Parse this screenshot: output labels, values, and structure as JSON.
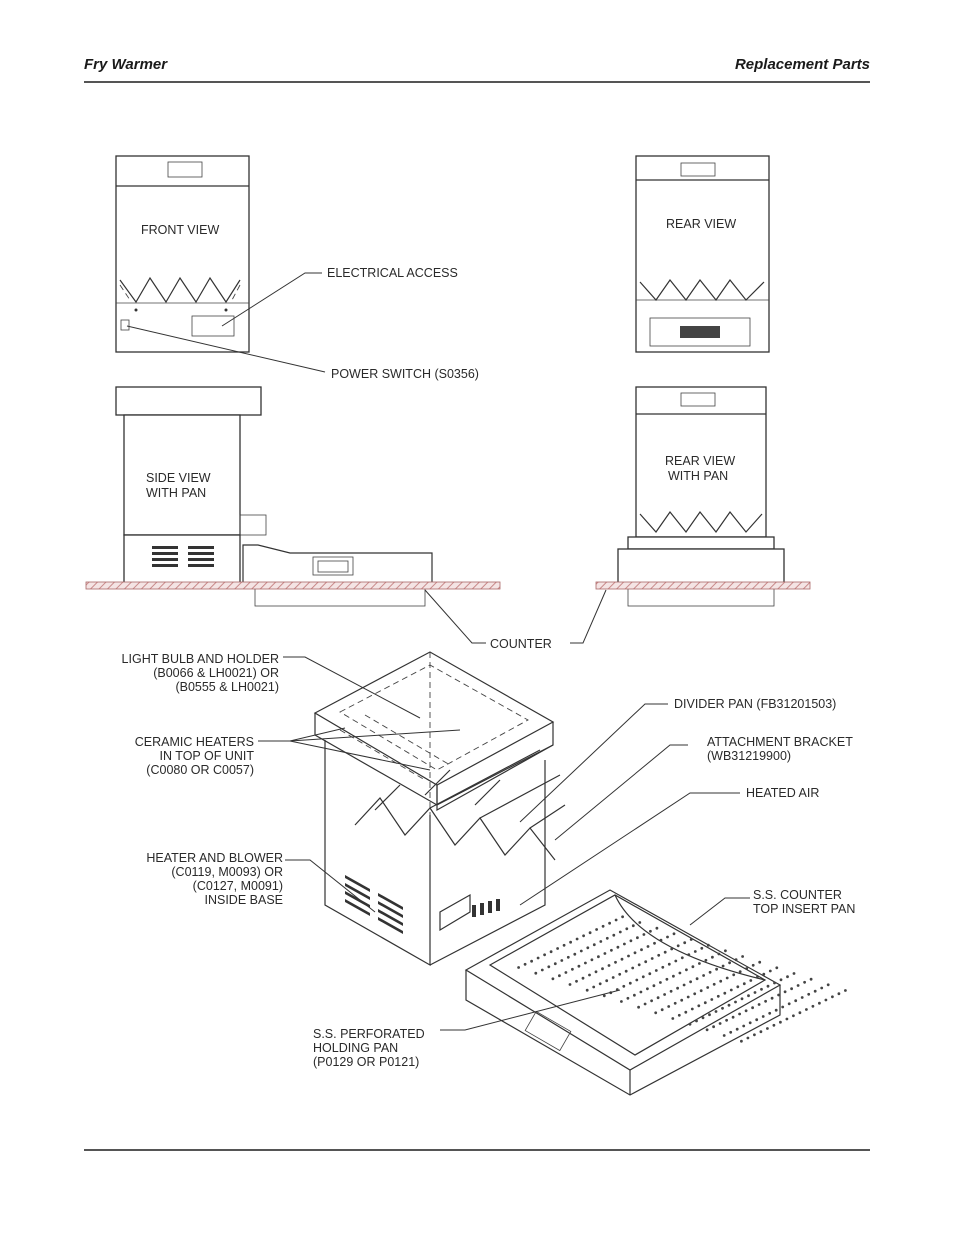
{
  "header": {
    "left_title": "Fry Warmer",
    "right_title": "Replacement Parts"
  },
  "views": {
    "front": "FRONT VIEW",
    "rear": "REAR VIEW",
    "side_line1": "SIDE VIEW",
    "side_line2": "WITH PAN",
    "rear_pan_line1": "REAR VIEW",
    "rear_pan_line2": "WITH PAN"
  },
  "callouts": {
    "electrical_access": "ELECTRICAL ACCESS",
    "power_switch": "POWER SWITCH (S0356)",
    "counter": "COUNTER",
    "light_bulb": [
      "LIGHT BULB AND HOLDER",
      "(B0066 & LH0021) OR",
      "(B0555 & LH0021)"
    ],
    "ceramic_heaters": [
      "CERAMIC HEATERS",
      "IN TOP OF UNIT",
      "(C0080 OR C0057)"
    ],
    "divider_pan": "DIVIDER PAN (FB31201503)",
    "attachment_bracket": [
      "ATTACHMENT BRACKET",
      "(WB31219900)"
    ],
    "heated_air": "HEATED AIR",
    "heater_blower": [
      "HEATER AND BLOWER",
      "(C0119, M0093) OR",
      "(C0127, M0091)",
      "INSIDE BASE"
    ],
    "counter_insert": [
      "S.S. COUNTER",
      "TOP INSERT PAN"
    ],
    "perforated_pan": [
      "S.S. PERFORATED",
      "HOLDING PAN",
      "(P0129 OR P0121)"
    ]
  }
}
